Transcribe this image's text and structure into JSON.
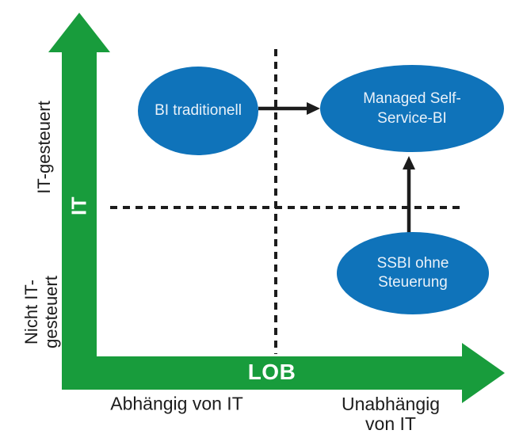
{
  "diagram": {
    "y_axis": {
      "label": "IT",
      "top_label": "IT-gesteuert",
      "bottom_label": "Nicht IT-gesteuert"
    },
    "x_axis": {
      "label": "LOB",
      "left_label": "Abhängig von IT",
      "right_label": "Unabhängig von IT"
    },
    "nodes": {
      "bi_traditionell": "BI traditionell",
      "managed_ssbi": "Managed Self-Service-BI",
      "ssbi_ohne_steuerung": "SSBI ohne Steuerung"
    },
    "arrows": [
      "bi_traditionell -> managed_ssbi",
      "ssbi_ohne_steuerung -> managed_ssbi"
    ],
    "colors": {
      "axis_green": "#189c3c",
      "node_blue": "#0f73ba",
      "line_black": "#1c1c1c",
      "node_text": "#e9f1f9",
      "label_text": "#1c1c1c"
    }
  }
}
